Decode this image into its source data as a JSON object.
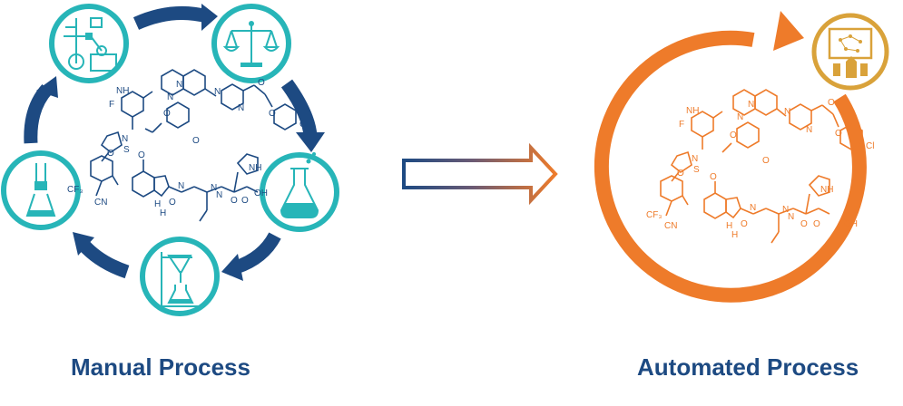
{
  "colors": {
    "manual": "#1d4a82",
    "teal": "#27b5b8",
    "automated": "#ee7b2a",
    "robot": "#d9a23a"
  },
  "manual": {
    "caption": "Manual Process",
    "steps": [
      {
        "icon": "distillation-apparatus-icon"
      },
      {
        "icon": "balance-scale-icon"
      },
      {
        "icon": "round-bottom-flask-icon"
      },
      {
        "icon": "separatory-funnel-icon"
      },
      {
        "icon": "filtration-flask-icon"
      }
    ]
  },
  "arrow_icon": "gradient-right-arrow-icon",
  "automated": {
    "caption": "Automated Process",
    "icon": "automated-robot-screen-icon"
  },
  "molecules": {
    "top_left": {
      "labels": [
        "NH",
        "F",
        "O",
        "N",
        "S",
        "CF₃",
        "CN"
      ]
    },
    "top_right": {
      "labels": [
        "O",
        "N",
        "N",
        "N",
        "N",
        "O",
        "O",
        "Cl",
        "O"
      ]
    },
    "bottom": {
      "labels": [
        "O",
        "NH",
        "H",
        "N",
        "O",
        "N",
        "O",
        "O",
        "OH",
        "N",
        "H"
      ]
    }
  }
}
